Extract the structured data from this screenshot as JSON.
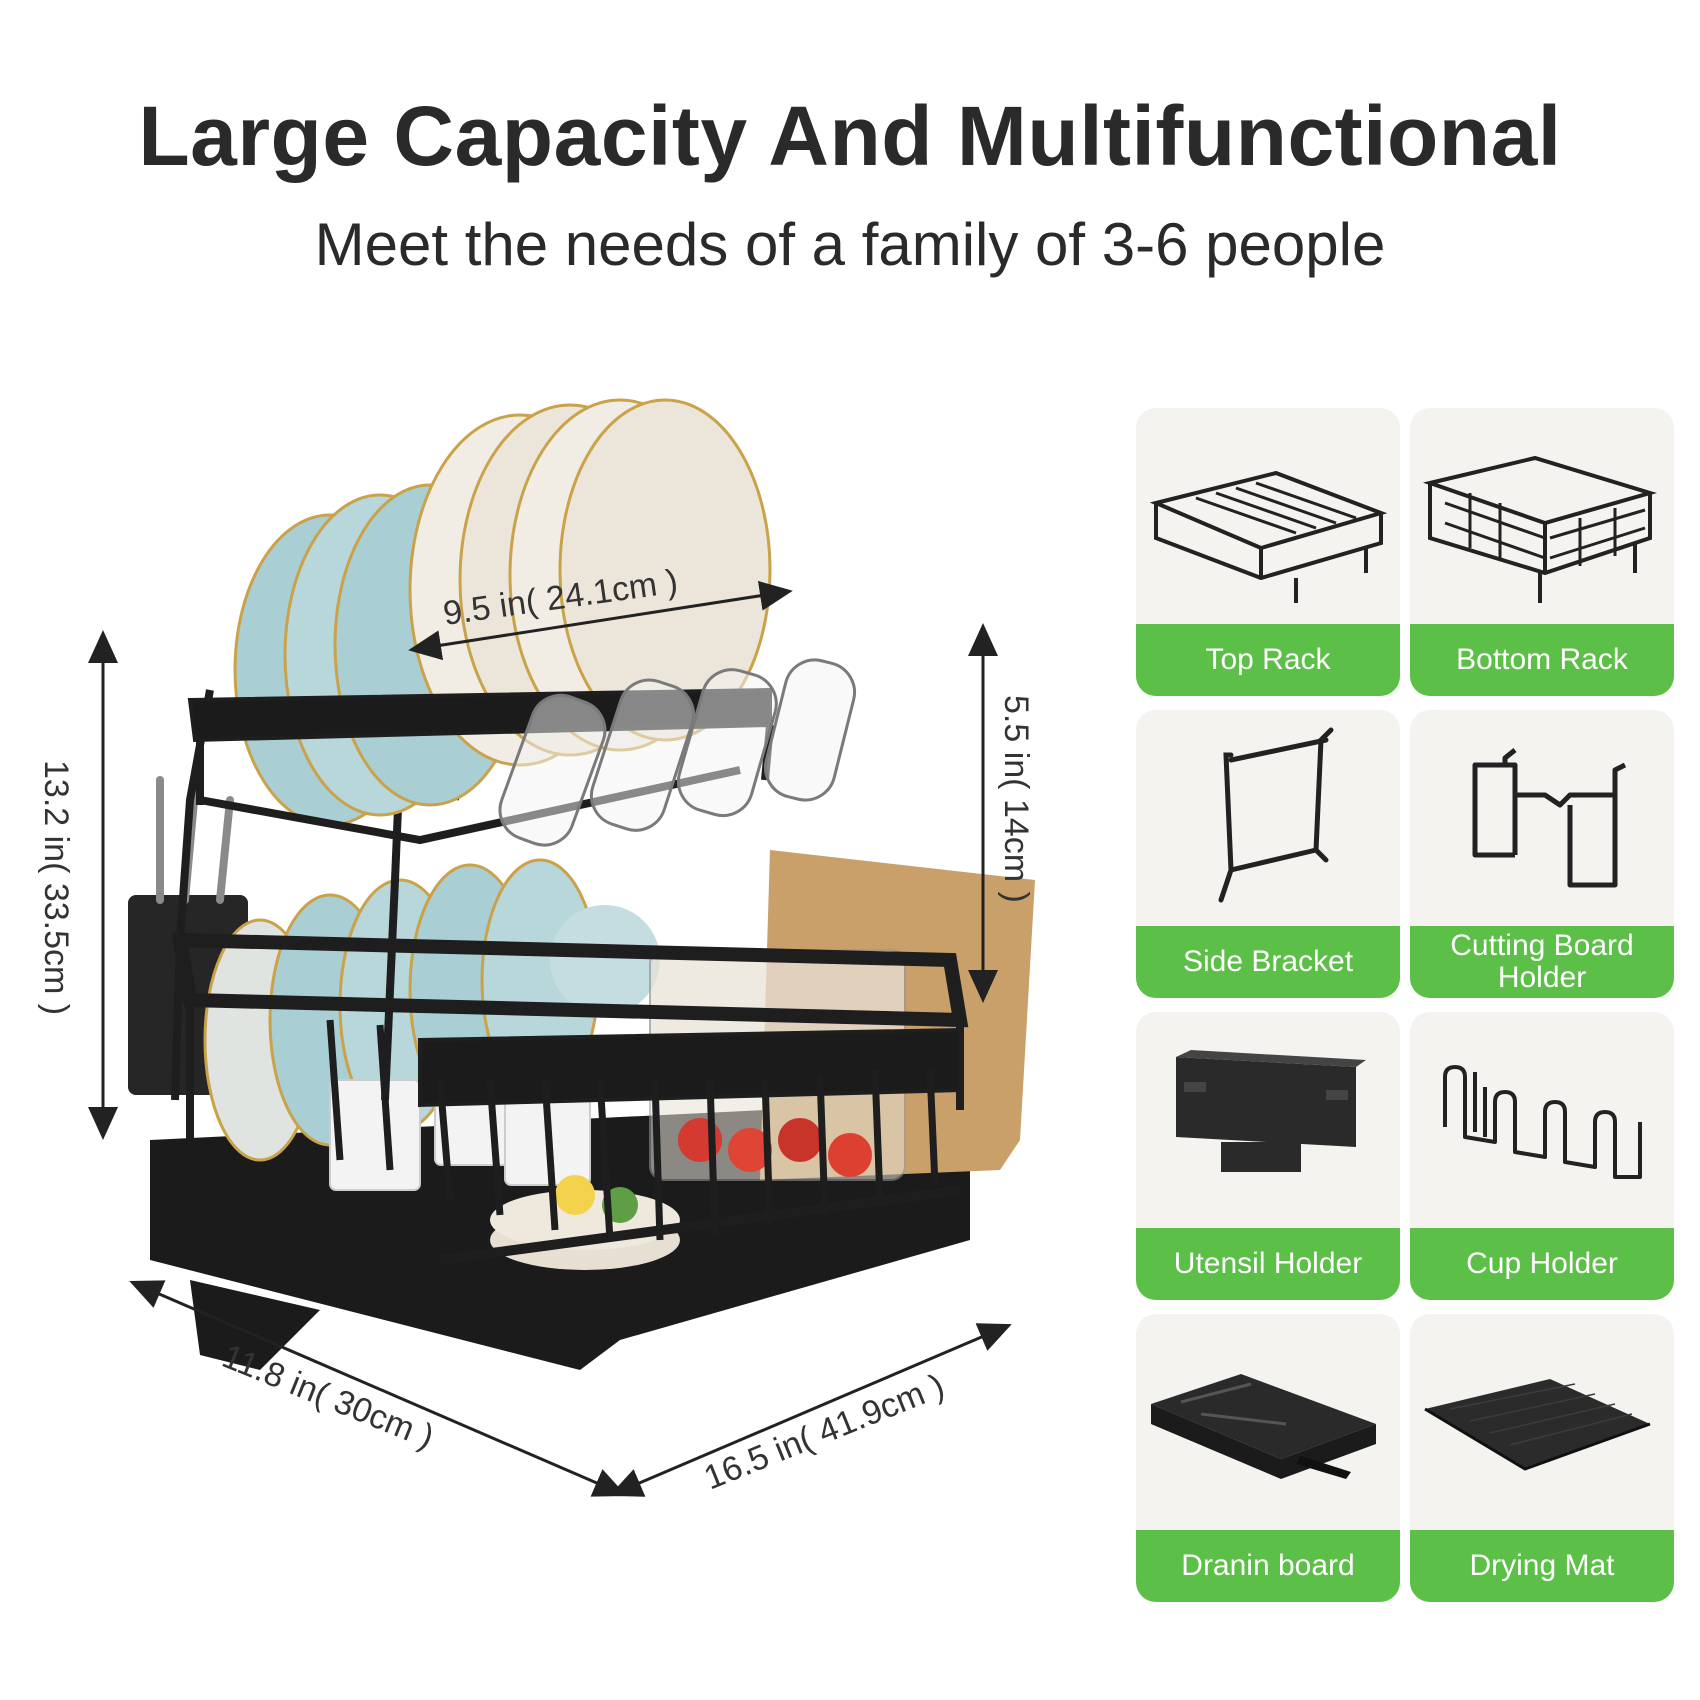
{
  "header": {
    "title": "Large Capacity And Multifunctional",
    "subtitle": "Meet the needs of a family of 3-6 people"
  },
  "dimensions": {
    "top_width": "9.5 in( 24.1cm )",
    "height": "13.2 in( 33.5cm )",
    "tier_height": "5.5 in( 14cm )",
    "depth": "11.8 in( 30cm )",
    "length": "16.5 in( 41.9cm )"
  },
  "parts": [
    {
      "label": "Top Rack",
      "icon": "top-rack-icon"
    },
    {
      "label": "Bottom Rack",
      "icon": "bottom-rack-icon"
    },
    {
      "label": "Side Bracket",
      "icon": "side-bracket-icon"
    },
    {
      "label": "Cutting Board Holder",
      "icon": "cutting-board-holder-icon"
    },
    {
      "label": "Utensil Holder",
      "icon": "utensil-holder-icon"
    },
    {
      "label": "Cup Holder",
      "icon": "cup-holder-icon"
    },
    {
      "label": "Dranin board",
      "icon": "drain-board-icon"
    },
    {
      "label": "Drying Mat",
      "icon": "drying-mat-icon"
    }
  ],
  "colors": {
    "accent": "#5cbf47",
    "card_bg": "#f5f3ef",
    "rack": "#1e1e1e"
  }
}
